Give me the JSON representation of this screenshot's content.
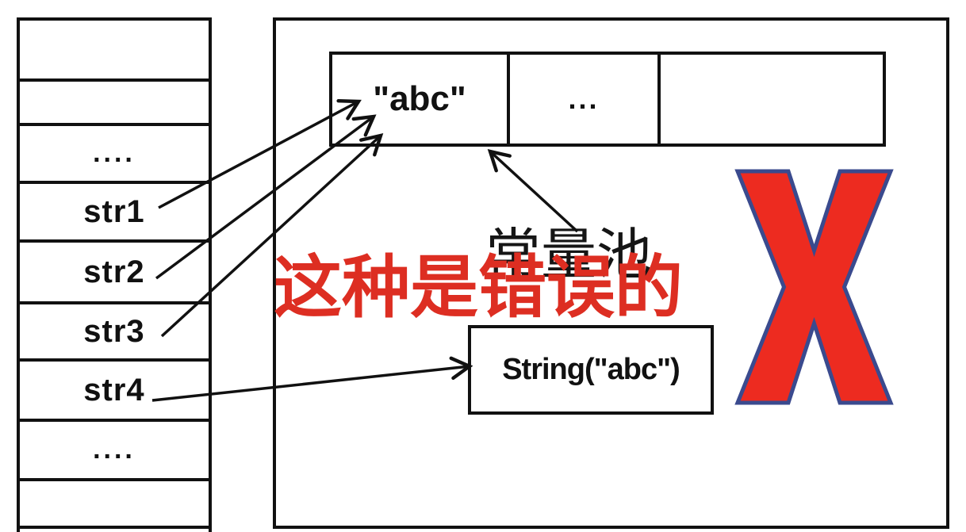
{
  "diagram": {
    "stack": {
      "cells": [
        {
          "label": ""
        },
        {
          "label": ""
        },
        {
          "label": "...."
        },
        {
          "label": "str1"
        },
        {
          "label": "str2"
        },
        {
          "label": "str3"
        },
        {
          "label": "str4"
        },
        {
          "label": "...."
        },
        {
          "label": ""
        },
        {
          "label": ""
        }
      ]
    },
    "constant_pool": {
      "label": "常量池",
      "row_cells": [
        {
          "label": "\"abc\""
        },
        {
          "label": "..."
        },
        {
          "label": ""
        }
      ]
    },
    "string_object": {
      "label": "String(\"abc\")"
    },
    "error_note": {
      "text": "这种是错误的",
      "color": "#dd2e22"
    },
    "cross_mark": {
      "glyph": "X",
      "fill": "#ed2b20",
      "stroke": "#3a4a8e"
    },
    "line_color": "#111111"
  }
}
